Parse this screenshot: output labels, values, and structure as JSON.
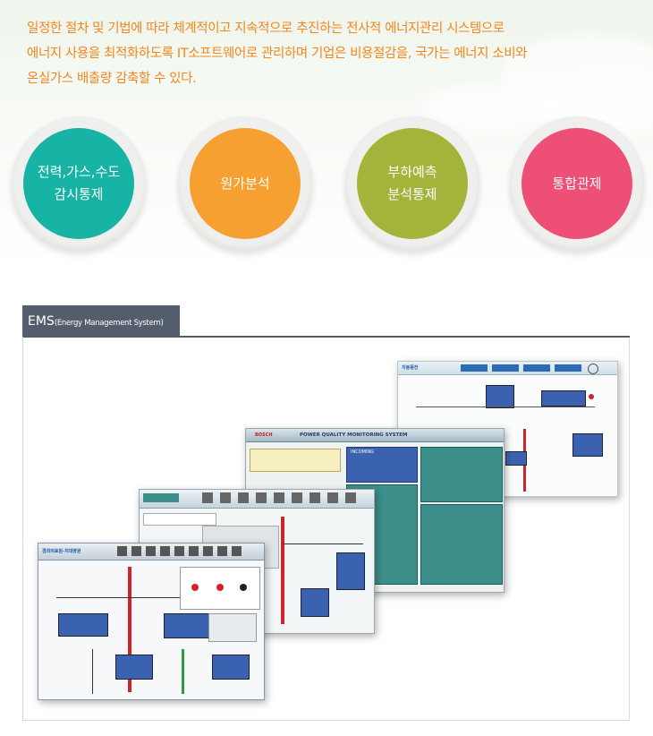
{
  "intro": {
    "lines": [
      "일정한 절차 및 기법에 따라 체계적이고 지속적으로 추진하는 전사적 에너지관리 시스템으로",
      "에너지 사용을 최적화하도록 IT소프트웨어로 관리하며 기업은 비용절감을, 국가는 에너지 소비와",
      "온실가스 배출량 감축할 수 있다."
    ]
  },
  "features": [
    {
      "label": "전력,가스,수도\n감시통제",
      "color": "#17b3a5"
    },
    {
      "label": "원가분석",
      "color": "#f5a031"
    },
    {
      "label": "부하예측\n분석통제",
      "color": "#a4b33a"
    },
    {
      "label": "통합관제",
      "color": "#ee4f77"
    }
  ],
  "ems": {
    "tab_main": "EMS",
    "tab_sub": "(Energy Management System)"
  },
  "screens": {
    "pq_brand": "BOSCH",
    "pq_title": "POWER QUALITY MONITORING SYSTEM",
    "pq_incoming": "INCOMING",
    "hospital_title": "경희의료원-지대병원",
    "top_logo": "지봉풍전",
    "colors": {
      "header_blue": "#1d59a8",
      "bus_red": "#d0232a",
      "panel_blue": "#3b62b0",
      "panel_teal": "#3c8f8b"
    }
  }
}
